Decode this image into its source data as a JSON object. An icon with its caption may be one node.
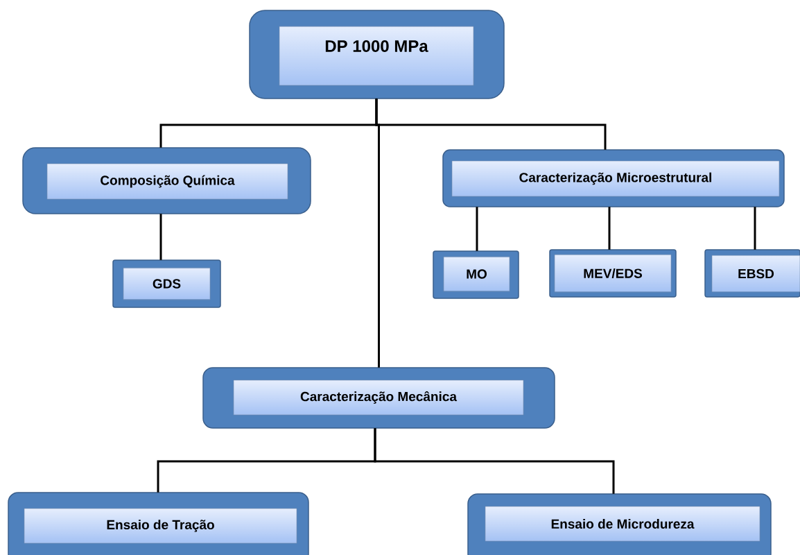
{
  "diagram": {
    "nodes": [
      {
        "text": [
          "DP 1000 MPa"
        ]
      },
      {
        "text": [
          "Composição Química"
        ]
      },
      {
        "text": [
          "Caracterização Microestrutural"
        ]
      },
      {
        "text": [
          "GDS"
        ]
      },
      {
        "text": [
          "MO"
        ]
      },
      {
        "text": [
          "MEV/EDS"
        ]
      },
      {
        "text": [
          "EBSD"
        ]
      },
      {
        "text": [
          "Caracterização Mecânica"
        ]
      },
      {
        "text": [
          "Ensaio de Tração"
        ]
      },
      {
        "text": [
          "Ensaio de Microdureza"
        ]
      }
    ],
    "edges": [
      {
        "from": 0,
        "to": 1,
        "arrow": "none"
      },
      {
        "from": 0,
        "to": 2,
        "arrow": "none"
      },
      {
        "from": 0,
        "to": 7,
        "arrow": "none"
      },
      {
        "from": 1,
        "to": 3,
        "arrow": "none"
      },
      {
        "from": 2,
        "to": 4,
        "arrow": "none"
      },
      {
        "from": 2,
        "to": 5,
        "arrow": "none"
      },
      {
        "from": 2,
        "to": 6,
        "arrow": "none"
      },
      {
        "from": 7,
        "to": 8,
        "arrow": "none"
      },
      {
        "from": 7,
        "to": 9,
        "arrow": "none"
      }
    ]
  }
}
